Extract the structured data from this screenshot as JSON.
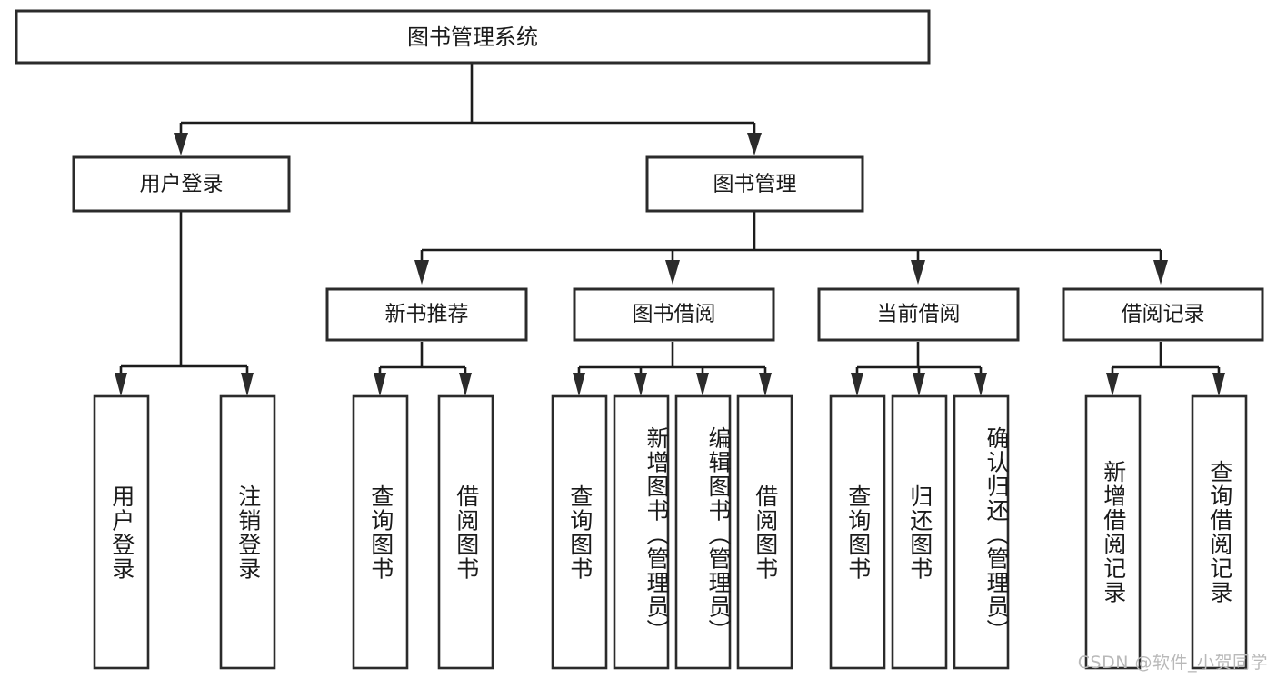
{
  "diagram": {
    "type": "hierarchy-tree",
    "title": "图书管理系统",
    "watermark": "CSDN @软件_小贺同学",
    "root": {
      "label": "图书管理系统"
    },
    "level1": [
      {
        "label": "用户登录"
      },
      {
        "label": "图书管理"
      }
    ],
    "level2": [
      {
        "label": "新书推荐"
      },
      {
        "label": "图书借阅"
      },
      {
        "label": "当前借阅"
      },
      {
        "label": "借阅记录"
      }
    ],
    "leaves": {
      "user_login": [
        {
          "label": "用户登录"
        },
        {
          "label": "注销登录"
        }
      ],
      "new_book_recommend": [
        {
          "label": "查询图书"
        },
        {
          "label": "借阅图书"
        }
      ],
      "book_borrow": [
        {
          "label": "查询图书"
        },
        {
          "label": "新增图书（管理员）"
        },
        {
          "label": "编辑图书（管理员）"
        },
        {
          "label": "借阅图书"
        }
      ],
      "current_borrow": [
        {
          "label": "查询图书"
        },
        {
          "label": "归还图书"
        },
        {
          "label": "确认归还（管理员）"
        }
      ],
      "borrow_record": [
        {
          "label": "新增借阅记录"
        },
        {
          "label": "查询借阅记录"
        }
      ]
    },
    "colors": {
      "box_stroke": "#2b2b2b",
      "box_fill": "#ffffff",
      "connector": "#1c1c1c",
      "text": "#1a1a1a",
      "background": "#ffffff",
      "watermark": "#b9b9b9"
    }
  }
}
